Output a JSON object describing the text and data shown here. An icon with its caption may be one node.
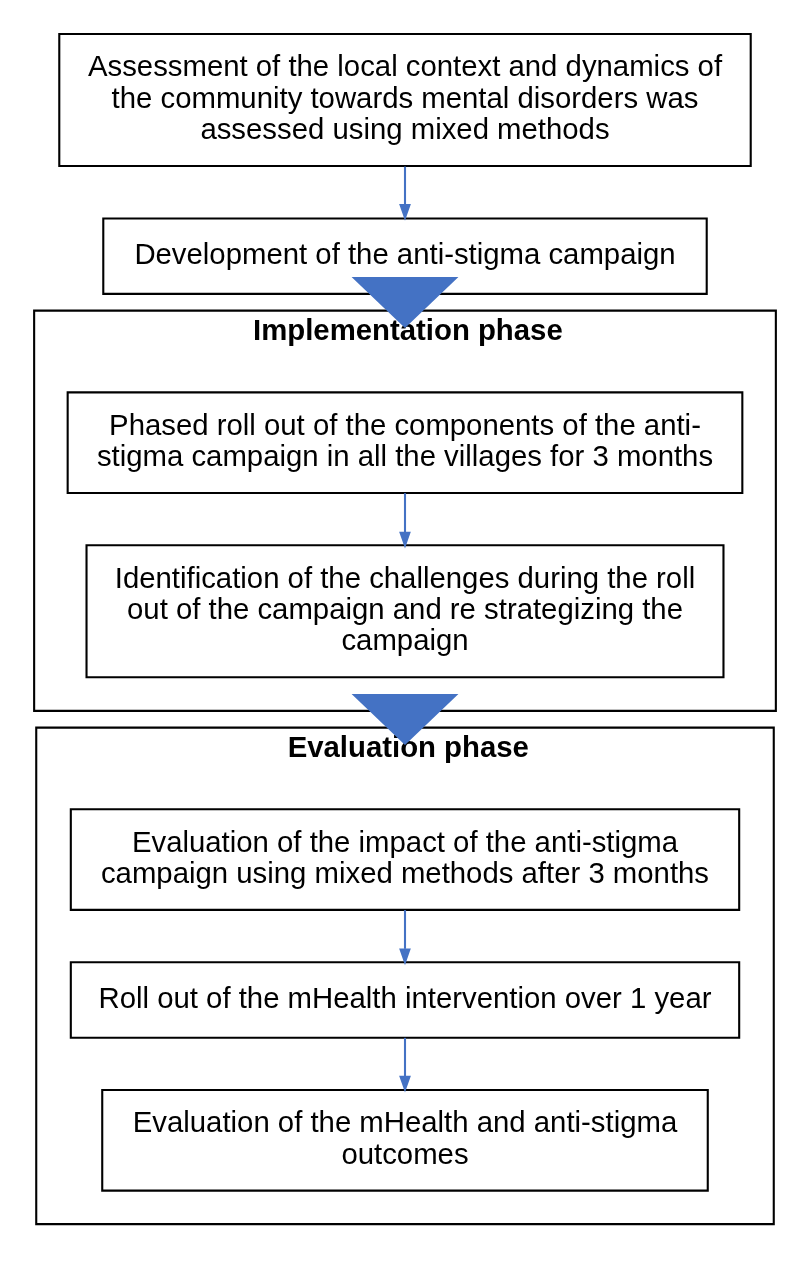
{
  "diagram": {
    "nodes": [
      {
        "text": [
          "Assessment of the local context and dynamics of the community towards mental disorders was assessed using mixed methods"
        ]
      },
      {
        "text": [
          "Development of the anti-stigma campaign"
        ]
      },
      {
        "text": [
          "Implementation phase"
        ]
      },
      {
        "text": [
          "Phased roll out of the components of the anti-stigma campaign in all the villages for 3 months"
        ],
        "in": 2
      },
      {
        "text": [
          "Identification of the challenges during the roll out of the campaign and re strategizing the campaign"
        ],
        "in": 2
      },
      {
        "text": [
          "Evaluation phase"
        ]
      },
      {
        "text": [
          "Evaluation of the impact of the anti-stigma campaign using mixed methods after 3 months"
        ],
        "in": 5
      },
      {
        "text": [
          "Roll out of the mHealth intervention over 1 year"
        ],
        "in": 5
      },
      {
        "text": [
          "Evaluation of the mHealth and anti-stigma outcomes"
        ],
        "in": 5
      }
    ],
    "edges": [
      {
        "from": 0,
        "to": 1,
        "arrow": "to"
      },
      {
        "from": 1,
        "to": 2,
        "arrow": "to",
        "style": "thick"
      },
      {
        "from": 3,
        "to": 4,
        "arrow": "to"
      },
      {
        "from": 2,
        "to": 5,
        "arrow": "to",
        "style": "thick"
      },
      {
        "from": 6,
        "to": 7,
        "arrow": "to"
      },
      {
        "from": 7,
        "to": 8,
        "arrow": "to"
      }
    ]
  }
}
